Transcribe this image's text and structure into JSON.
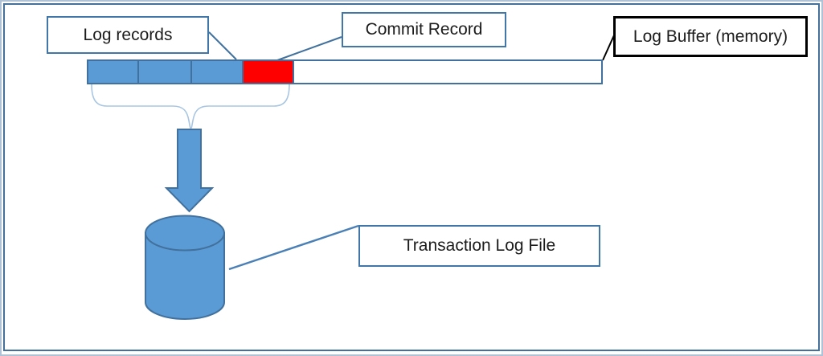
{
  "labels": {
    "log_records": "Log records",
    "commit_record": "Commit Record",
    "log_buffer": "Log Buffer (memory)",
    "transaction_log_file": "Transaction Log File"
  },
  "log_buffer_bar": {
    "segments": [
      {
        "name": "log-record-1",
        "type": "log-record",
        "color": "#5B9BD5"
      },
      {
        "name": "log-record-2",
        "type": "log-record",
        "color": "#5B9BD5"
      },
      {
        "name": "log-record-3",
        "type": "log-record",
        "color": "#5B9BD5"
      },
      {
        "name": "commit-record",
        "type": "commit-record",
        "color": "#FF0000"
      },
      {
        "name": "free-space",
        "type": "free-space",
        "color": "#FFFFFF"
      }
    ]
  },
  "icons": {
    "down_arrow": "down-arrow",
    "database_cylinder": "database-cylinder",
    "curly_brace": "curly-brace"
  },
  "colors": {
    "shape_fill": "#5B9BD5",
    "shape_border": "#41719C",
    "commit_red": "#FF0000",
    "frame_blue": "#44719C",
    "brace_blue": "#A8C5E2",
    "connector_blue": "#4A80B6",
    "callout_black": "#000000",
    "text": "#1C1C1C"
  }
}
